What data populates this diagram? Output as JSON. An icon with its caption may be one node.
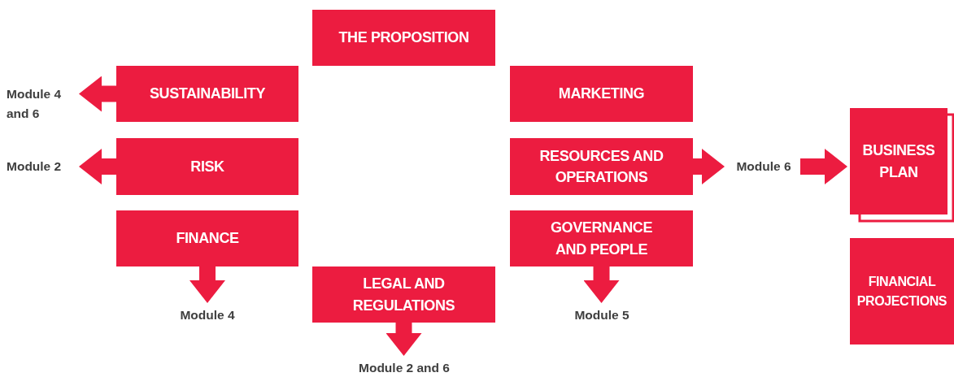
{
  "diagram": {
    "nodes": [
      {
        "text": [
          "THE PROPOSITION"
        ]
      },
      {
        "text": [
          "Module 4 and 6"
        ]
      },
      {
        "text": [
          "SUSTAINABILITY"
        ]
      },
      {
        "text": [
          "MARKETING"
        ]
      },
      {
        "text": [
          "BUSINESS PLAN"
        ]
      },
      {
        "text": [
          "Module 2"
        ]
      },
      {
        "text": [
          "RISK"
        ]
      },
      {
        "text": [
          "RESOURCES AND OPERATIONS"
        ]
      },
      {
        "text": [
          "Module 6"
        ]
      },
      {
        "text": [
          "FINANCE"
        ]
      },
      {
        "text": [
          "GOVERNANCE AND PEOPLE"
        ]
      },
      {
        "text": [
          "FINANCIAL PROJECTIONS"
        ]
      },
      {
        "text": [
          "LEGAL AND REGULATIONS"
        ]
      },
      {
        "text": [
          "Module 4"
        ]
      },
      {
        "text": [
          "Module 5"
        ]
      },
      {
        "text": [
          "Module 2 and 6"
        ]
      }
    ],
    "edges": [
      {
        "from": 2,
        "to": 1,
        "arrow": "to"
      },
      {
        "from": 6,
        "to": 5,
        "arrow": "to"
      },
      {
        "from": 7,
        "to": 8,
        "arrow": "to"
      },
      {
        "from": 8,
        "to": 4,
        "arrow": "to"
      },
      {
        "from": 9,
        "to": 13,
        "arrow": "to"
      },
      {
        "from": 12,
        "to": 15,
        "arrow": "to"
      },
      {
        "from": 10,
        "to": 14,
        "arrow": "to"
      }
    ]
  }
}
